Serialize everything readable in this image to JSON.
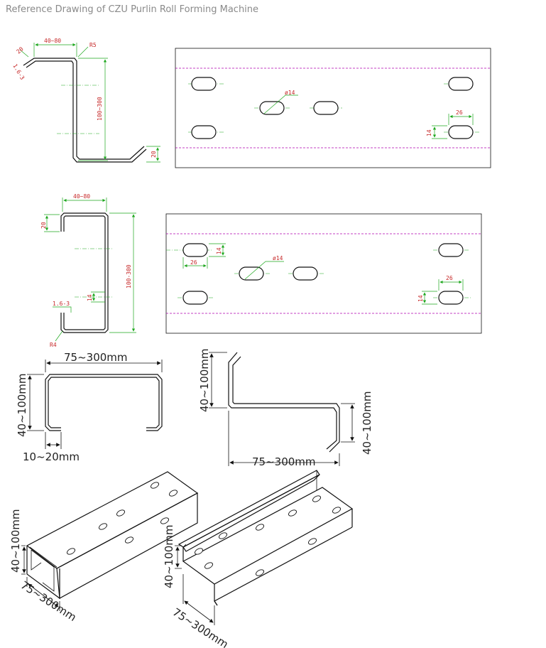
{
  "title": "Reference Drawing of CZU Purlin Roll Forming Machine",
  "z_section": {
    "flange_width": "40~80",
    "lip": "20",
    "thickness": "1.6-3",
    "radius": "R5",
    "web_height": "100~300",
    "bottom_lip": "20"
  },
  "z_panel": {
    "hole_diameter": "ø14",
    "slot_length": "26",
    "slot_width": "14"
  },
  "c_section": {
    "flange_width": "40~80",
    "lip": "20",
    "web_height": "100-300",
    "slot_width": "14",
    "thickness": "1.6-3",
    "radius": "R4"
  },
  "c_panel": {
    "slot_width_left": "14",
    "slot_length_left": "26",
    "hole_diameter": "ø14",
    "slot_length_right": "26",
    "slot_width_right": "14"
  },
  "c_profile": {
    "width": "75~300mm",
    "height": "40~100mm",
    "lip": "10~20mm"
  },
  "z_profile": {
    "top_height": "40~100mm",
    "width": "75~300mm",
    "bottom_height": "40~100mm"
  },
  "iso_c": {
    "height": "40~100mm",
    "width": "75~300mm"
  },
  "iso_z": {
    "height": "40~100mm",
    "width": "75~300mm"
  }
}
